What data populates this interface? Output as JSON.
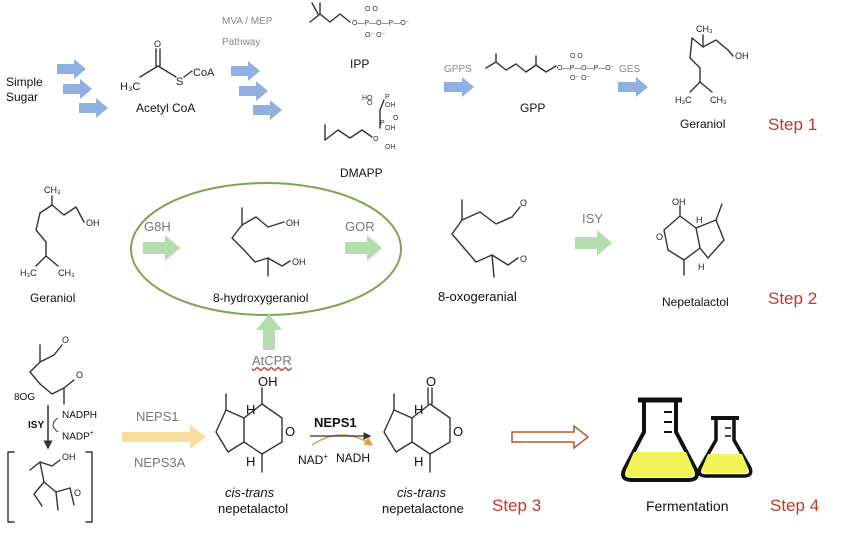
{
  "colors": {
    "blue_arrow": "#8fb0e0",
    "green_arrow": "#b5dcae",
    "oval": "#7aa852",
    "yellow_arrow": "#f8dfa0",
    "outline_arrow": "#b25a2c",
    "step": "#c0392b",
    "flask_liquid": "#f3f35a"
  },
  "step1": {
    "simple_sugar": [
      "Simple",
      "Sugar"
    ],
    "acetyl_coa": "Acetyl CoA",
    "mva_mep": [
      "MVA / MEP",
      "Pathway"
    ],
    "ipp": "IPP",
    "dmapp": "DMAPP",
    "gpps": "GPPS",
    "gpp": "GPP",
    "ges": "GES",
    "geraniol": "Geraniol",
    "step_label": "Step 1"
  },
  "step2": {
    "geraniol": "Geraniol",
    "g8h": "G8H",
    "hydroxy": "8-hydroxygeraniol",
    "gor": "GOR",
    "oxo": "8-oxogeranial",
    "isy": "ISY",
    "nepetalactol": "Nepetalactol",
    "atcpr": "AtCPR",
    "step_label": "Step 2"
  },
  "step3": {
    "og": "8OG",
    "isy": "ISY",
    "nadph": "NADPH",
    "nadp": "NADP",
    "neps1": "NEPS1",
    "neps3a": "NEPS3A",
    "lactol_italic": "cis-trans",
    "lactol_name": "nepetalactol",
    "neps1_bold": "NEPS1",
    "nad": "NAD",
    "nadh": "NADH",
    "lactone_italic": "cis-trans",
    "lactone_name": "nepetalactone",
    "step_label": "Step 3"
  },
  "step4": {
    "fermentation": "Fermentation",
    "step_label": "Step 4"
  }
}
